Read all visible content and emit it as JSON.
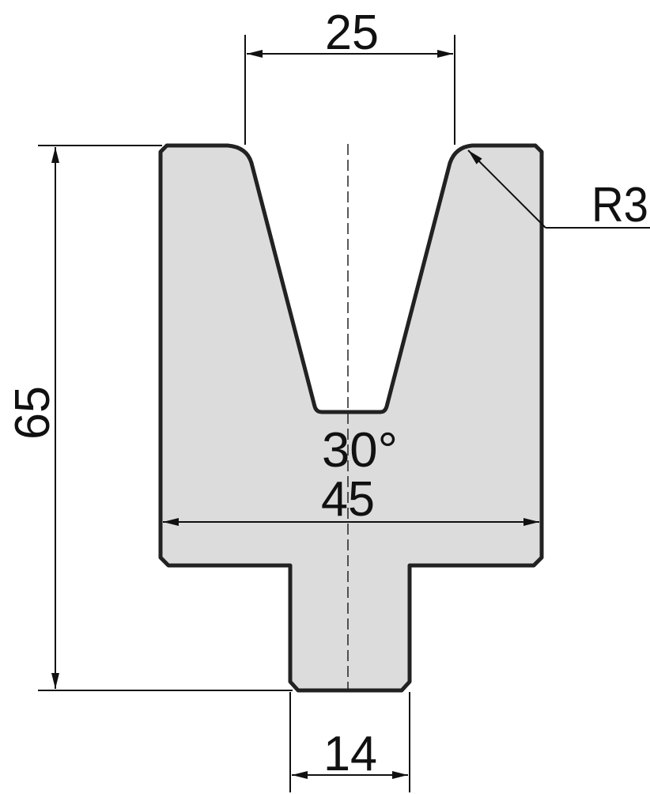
{
  "drawing": {
    "top_opening": "25",
    "total_height": "65",
    "radius": "R3",
    "angle": "30°",
    "width": "45",
    "tang_width": "14"
  },
  "colors": {
    "body_fill": "#dcdcdc",
    "outline": "#222222"
  }
}
